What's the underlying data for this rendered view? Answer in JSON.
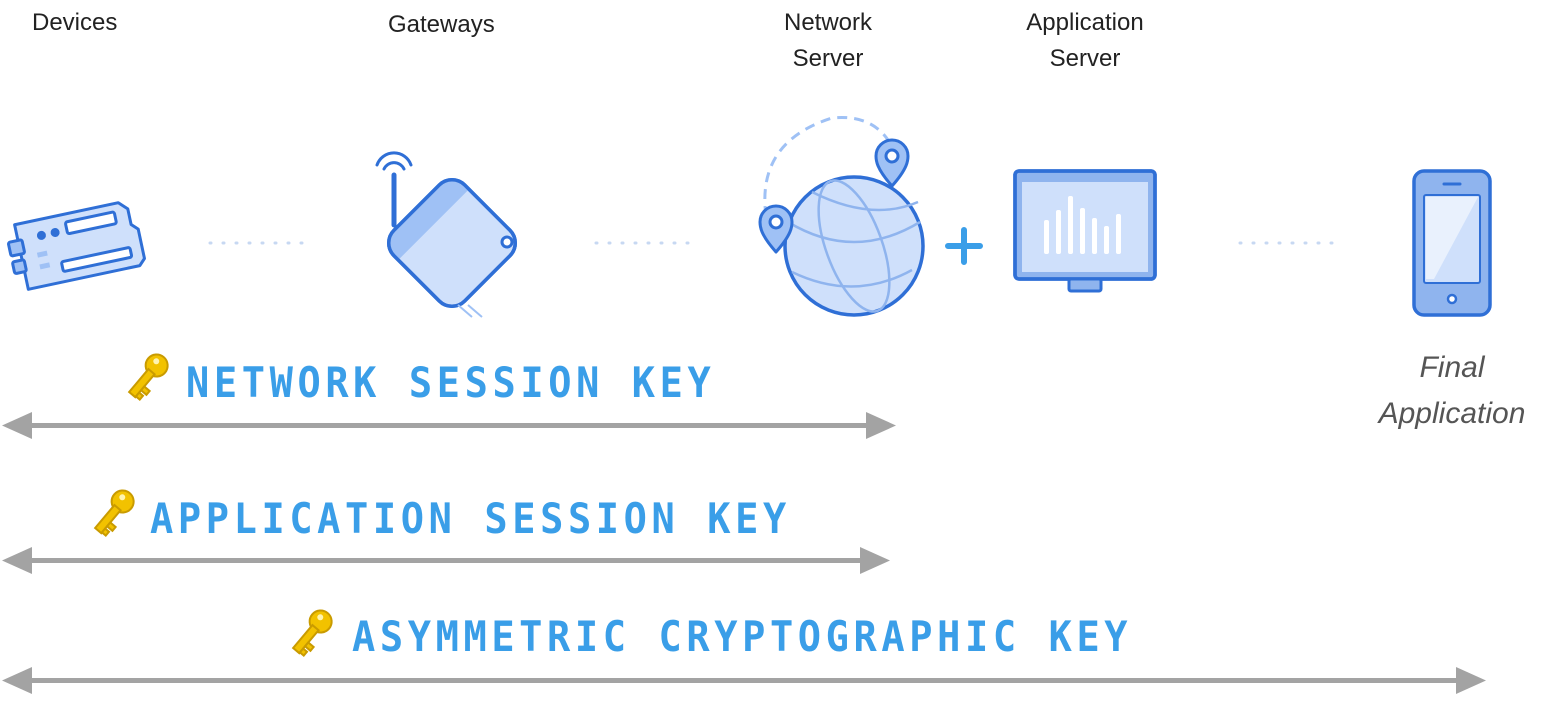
{
  "columns": {
    "devices": "Devices",
    "gateways": "Gateways",
    "network_server": [
      "Network",
      "Server"
    ],
    "application_server": [
      "Application",
      "Server"
    ],
    "final_application": [
      "Final",
      "Application"
    ]
  },
  "keys": [
    {
      "label": "NETWORK SESSION KEY"
    },
    {
      "label": "APPLICATION SESSION KEY"
    },
    {
      "label": "ASYMMETRIC CRYPTOGRAPHIC KEY"
    }
  ],
  "colors": {
    "icon_stroke": "#2f6fd6",
    "icon_fill": "#cfe0fb",
    "key_text": "#3a9ee8",
    "arrow": "#a3a3a3",
    "key_icon": "#f2c200",
    "dots": "#c7d8f2"
  },
  "icons": [
    "arduino-board-icon",
    "gateway-icon",
    "globe-icon",
    "monitor-icon",
    "smartphone-icon",
    "key-icon"
  ]
}
